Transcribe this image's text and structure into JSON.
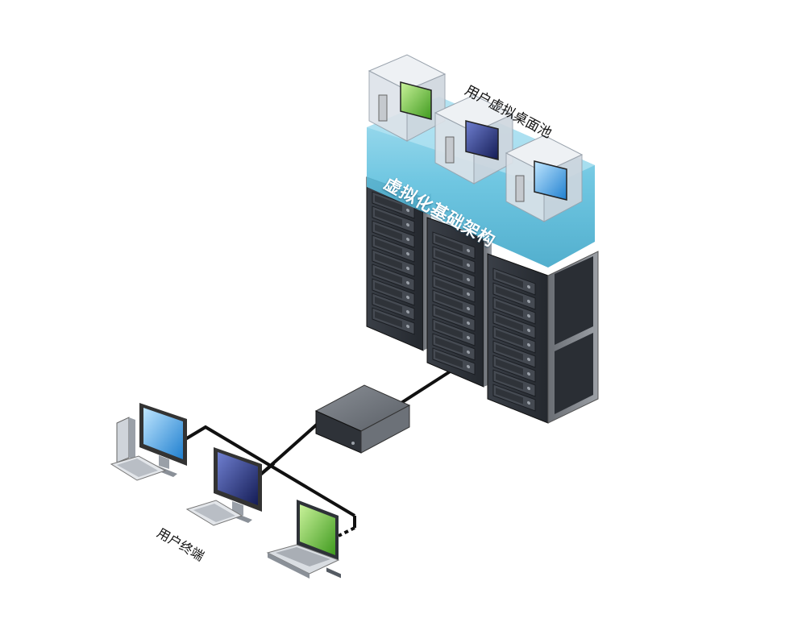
{
  "labels": {
    "desktop_pool": "用户虚拟桌面池",
    "infrastructure": "虚拟化基础架构",
    "user_terminals": "用户终端"
  },
  "colors": {
    "virtualization_band": "#5fc0de",
    "rack_dark": "#2b2f36",
    "desktop_green": "#5fb532",
    "desktop_navy": "#1d2a6e",
    "desktop_blue": "#2c8ed6",
    "cable": "#111111"
  },
  "icons": {
    "vm_cubes": [
      "vm-green-screen-icon",
      "vm-navy-screen-icon",
      "vm-blue-screen-icon"
    ],
    "server_racks": [
      "server-rack-icon",
      "server-rack-icon",
      "server-rack-icon"
    ],
    "switch": "network-switch-icon",
    "terminals": [
      "desktop-pc-icon",
      "desktop-pc-icon",
      "laptop-icon"
    ]
  }
}
